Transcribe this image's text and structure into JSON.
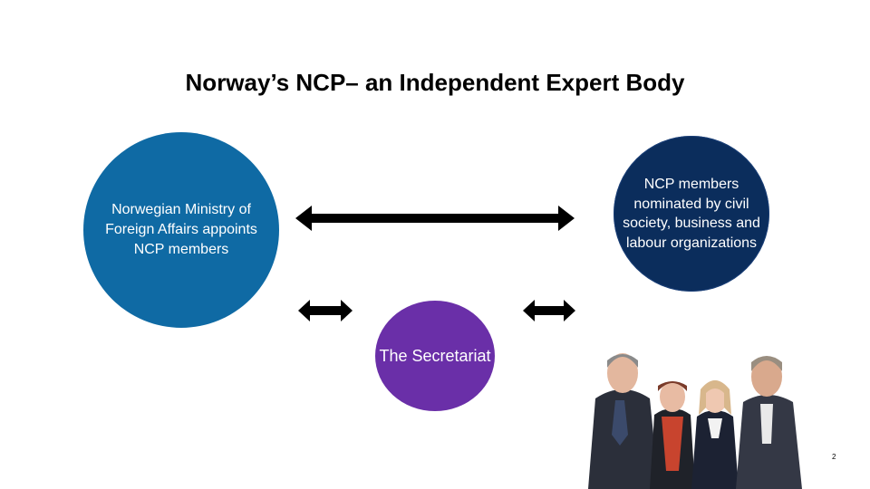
{
  "slide": {
    "title": "Norway’s NCP– an Independent Expert Body",
    "page_number": "2"
  },
  "nodes": {
    "ministry": "Norwegian Ministry of Foreign Affairs appoints NCP members",
    "members": "NCP members nominated by civil society, business and labour organizations",
    "secretariat": "The Secretariat"
  },
  "colors": {
    "ministry": "#0f6aa4",
    "members": "#0b2d5c",
    "secretariat": "#6a2fa8",
    "arrows": "#000000"
  }
}
